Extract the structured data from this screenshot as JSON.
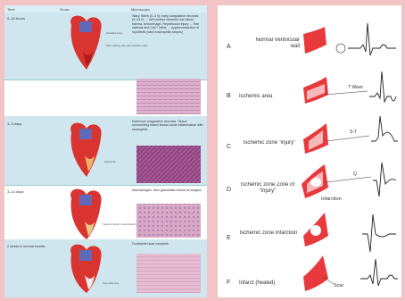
{
  "left_table": {
    "header": [
      "Time",
      "Gross",
      "Microscopic"
    ],
    "rows": [
      {
        "time": "0–24 hours",
        "desc": "Wavy fibers (0–4 h); early coagulative necrosis (4–24 h) → cell content released into blood; edema, hemorrhage. Reperfusion injury → free radicals and Ca2+ influx → hypercontraction of myofibrils (dark eosinophilic stripes)",
        "callouts": [
          "Occluded artery",
          "Dark mottling; pale with tetrazolium stain"
        ]
      },
      {
        "time": "1–3 days",
        "desc": "Extensive coagulative necrosis. Tissue surrounding infarct shows acute inflammation with neutrophils",
        "callouts": [
          "Hyperemia"
        ]
      },
      {
        "time": "3–14 days",
        "desc": "Macrophages, then granulation tissue at margins",
        "callouts": [
          "Hyperemic border; central yellow-brown softening"
        ]
      },
      {
        "time": "2 weeks to several months",
        "desc": "Contracted scar complete",
        "callouts": [
          "Gray-white scar"
        ]
      }
    ]
  },
  "ecg_panel": {
    "rows": [
      {
        "letter": "A",
        "label": "Normal Ventricular wall",
        "annotation": ""
      },
      {
        "letter": "B",
        "label": "Ischemic area",
        "annotation": "T Wave"
      },
      {
        "letter": "C",
        "label": "Ischemic zone \"injury\"",
        "annotation": "S-T"
      },
      {
        "letter": "D",
        "label": "Ischemic zone Zone of \"injury\"",
        "annotation": "Q",
        "sublabel": "Infarction"
      },
      {
        "letter": "E",
        "label": "Ischemic zone Infarction",
        "annotation": ""
      },
      {
        "letter": "F",
        "label": "Infarct (healed)",
        "annotation": "Scar"
      }
    ]
  },
  "colors": {
    "background": "#f3c4c6",
    "muscle": "#e8393c",
    "ischemic": "#f6b9bb",
    "infarct": "#ffffff",
    "table_band": "#cfe6ef"
  }
}
